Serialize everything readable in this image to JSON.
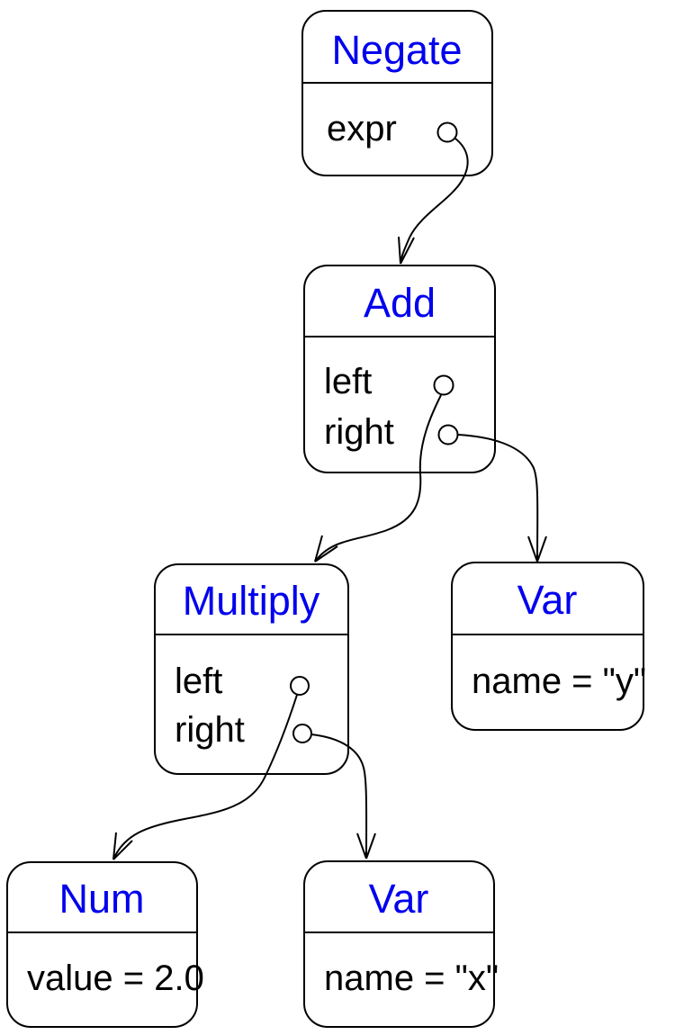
{
  "colors": {
    "title_text": "#0000ee",
    "stroke": "#000000",
    "background": "#ffffff"
  },
  "diagram": {
    "type": "expression-tree-object-diagram",
    "nodes": [
      {
        "id": "negate",
        "title": "Negate",
        "fields": [
          {
            "label": "expr",
            "has_port": true
          }
        ]
      },
      {
        "id": "add",
        "title": "Add",
        "fields": [
          {
            "label": "left",
            "has_port": true
          },
          {
            "label": "right",
            "has_port": true
          }
        ]
      },
      {
        "id": "multiply",
        "title": "Multiply",
        "fields": [
          {
            "label": "left",
            "has_port": true
          },
          {
            "label": "right",
            "has_port": true
          }
        ]
      },
      {
        "id": "var-y",
        "title": "Var",
        "fields": [
          {
            "label": "name = \"y\"",
            "has_port": false
          }
        ]
      },
      {
        "id": "num",
        "title": "Num",
        "fields": [
          {
            "label": "value = 2.0",
            "has_port": false
          }
        ]
      },
      {
        "id": "var-x",
        "title": "Var",
        "fields": [
          {
            "label": "name = \"x\"",
            "has_port": false
          }
        ]
      }
    ],
    "edges": [
      {
        "from": "negate.expr",
        "to": "add"
      },
      {
        "from": "add.left",
        "to": "multiply"
      },
      {
        "from": "add.right",
        "to": "var-y"
      },
      {
        "from": "multiply.left",
        "to": "num"
      },
      {
        "from": "multiply.right",
        "to": "var-x"
      }
    ]
  }
}
